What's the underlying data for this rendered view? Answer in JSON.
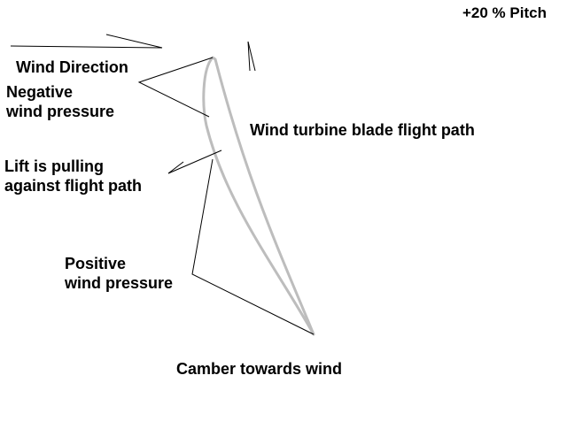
{
  "title": "+20 % Pitch",
  "labels": {
    "wind_direction": "Wind Direction",
    "negative_pressure": [
      "Negative",
      "wind pressure"
    ],
    "lift": [
      "Lift is pulling",
      "against flight path"
    ],
    "flight_path": "Wind turbine blade flight path",
    "positive_pressure": [
      "Positive",
      "wind pressure"
    ],
    "camber": "Camber towards wind"
  },
  "colors": {
    "blade": "#bdbdbd",
    "lines": "#000000",
    "text": "#000000"
  }
}
